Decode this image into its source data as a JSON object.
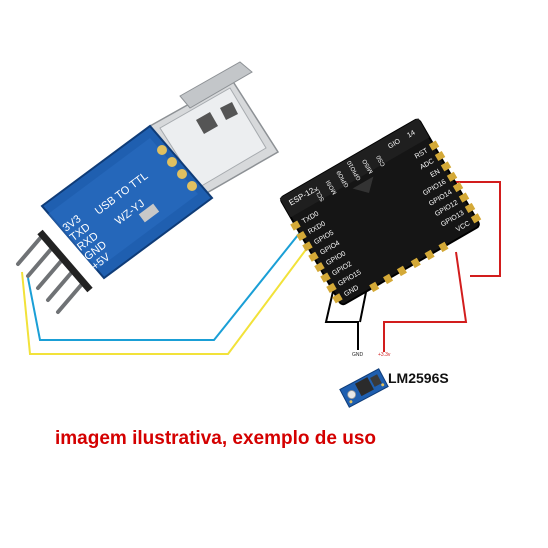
{
  "caption": "imagem ilustrativa, exemplo de uso",
  "usb_adapter": {
    "pins": [
      "3V3",
      "TXD",
      "RXD",
      "GND",
      "+5V"
    ],
    "title_line1": "USB TO TTL",
    "title_line2": "WZ-YJ"
  },
  "esp_module": {
    "name": "ESP-12",
    "pins_top": [
      "SCLK",
      "MOSI",
      "GPIO9",
      "GPIO10",
      "MISO",
      "CS0"
    ],
    "pins_left": [
      "TXD0",
      "RXD0",
      "GPIO5",
      "GPIO4",
      "GPIO0",
      "GPIO2",
      "GPIO15",
      "GND"
    ],
    "pins_right": [
      "RST",
      "ADC",
      "EN",
      "GPIO16",
      "GPIO14",
      "GPIO12",
      "GPIO13",
      "VCC"
    ],
    "right_top_number": "14",
    "left_top_number": "GIO"
  },
  "regulator": {
    "label": "LM2596S",
    "gnd_label": "GND",
    "vout_label": "+3.3v"
  },
  "colors": {
    "caption": "#d40000",
    "wire_blue": "#1a9fd6",
    "wire_yellow": "#f2e23a",
    "wire_red": "#d21d1d",
    "wire_black": "#000000",
    "pcb_blue": "#1f5fb0",
    "esp_black": "#151515"
  }
}
